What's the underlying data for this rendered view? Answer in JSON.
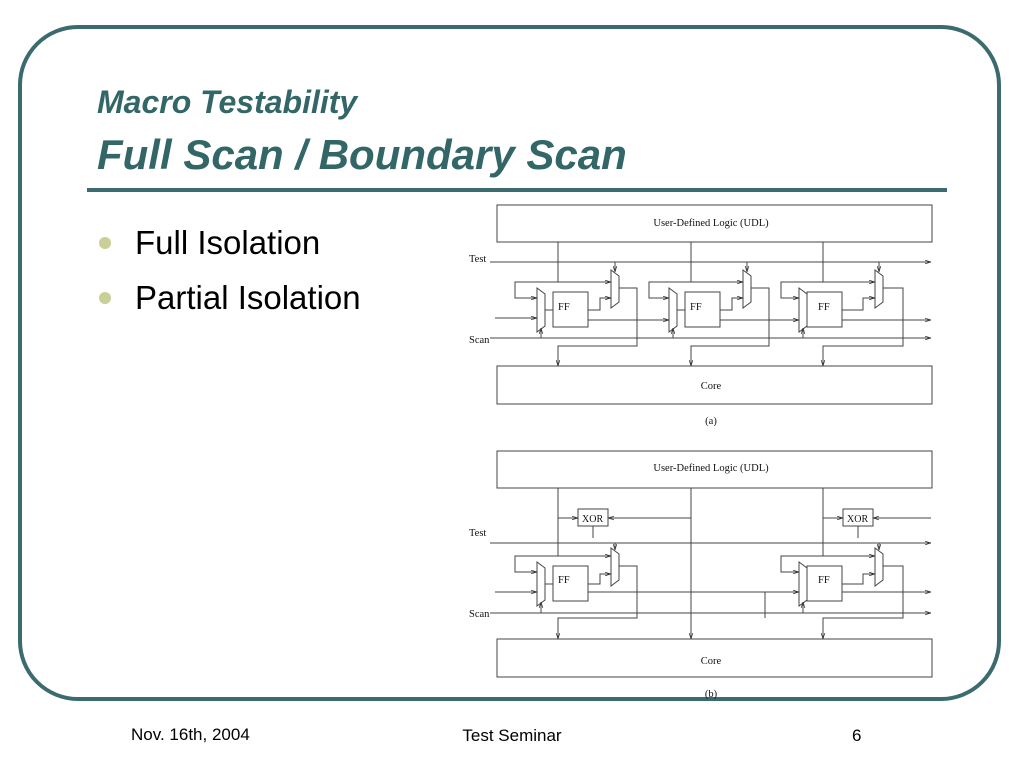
{
  "slide": {
    "title_line1": "Macro Testability",
    "title_line2": "Full Scan / Boundary Scan",
    "bullets": [
      "Full Isolation",
      "Partial Isolation"
    ],
    "footer": {
      "date": "Nov. 16th, 2004",
      "center": "Test Seminar",
      "page": "6"
    }
  },
  "diagram": {
    "udl_label": "User-Defined Logic (UDL)",
    "core_label": "Core",
    "test_label": "Test",
    "scan_label": "Scan",
    "ff_label": "FF",
    "xor_label": "XOR",
    "caption_a": "(a)",
    "caption_b": "(b)"
  },
  "colors": {
    "frame": "#3b6b6e",
    "title": "#336666",
    "bullet": "#c9cf96"
  }
}
